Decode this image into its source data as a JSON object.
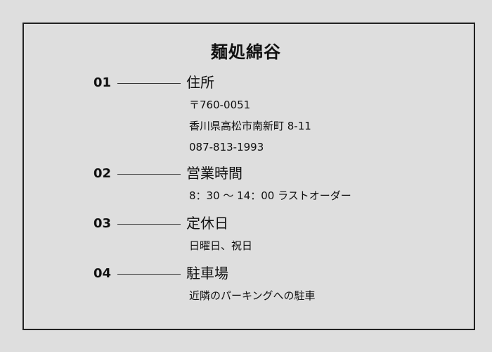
{
  "title": "麺処綿谷",
  "sections": [
    {
      "number": "01",
      "heading": "住所",
      "details": [
        "〒760-0051",
        "香川県高松市南新町 8-11",
        "087-813-1993"
      ]
    },
    {
      "number": "02",
      "heading": "営業時間",
      "details": [
        "8：30 〜 14：00 ラストオーダー"
      ]
    },
    {
      "number": "03",
      "heading": "定休日",
      "details": [
        "日曜日、祝日"
      ]
    },
    {
      "number": "04",
      "heading": "駐車場",
      "details": [
        "近隣のパーキングへの駐車"
      ]
    }
  ]
}
